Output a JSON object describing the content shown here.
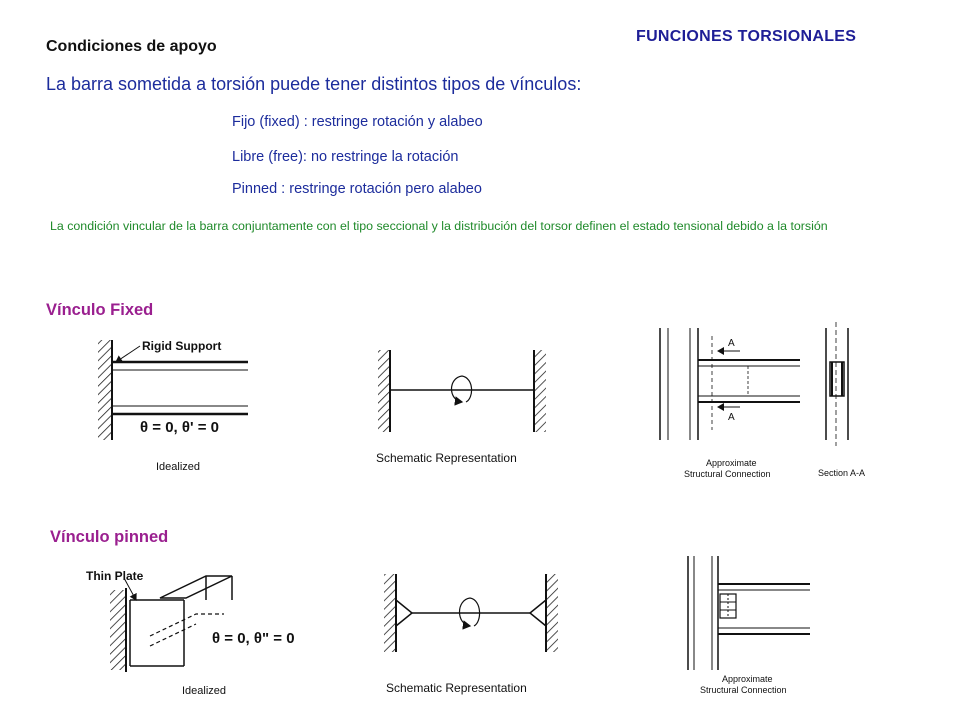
{
  "title": "FUNCIONES TORSIONALES",
  "heading": "Condiciones de apoyo",
  "intro": "La barra sometida a torsión puede tener distintos tipos de vínculos:",
  "items": [
    "Fijo (fixed) : restringe rotación y alabeo",
    "Libre (free): no restringe la rotación",
    "Pinned : restringe rotación pero alabeo"
  ],
  "note": "La condición vincular de la barra conjuntamente  con el tipo seccional y la distribución del torsor definen el estado tensional debido  a la torsión",
  "sections": {
    "fixed": {
      "label": "Vínculo Fixed",
      "idealized": {
        "support_label": "Rigid Support",
        "equation": "θ = 0, θ' = 0",
        "caption": "Idealized"
      },
      "schematic_caption": "Schematic Representation",
      "connection": {
        "caption_line1": "Approximate",
        "caption_line2": "Structural Connection",
        "section_label": "A",
        "section_caption": "Section A-A"
      }
    },
    "pinned": {
      "label": "Vínculo pinned",
      "idealized": {
        "support_label": "Thin Plate",
        "equation": "θ = 0, θ\" = 0",
        "caption": "Idealized"
      },
      "schematic_caption": "Schematic Representation",
      "connection": {
        "caption_line1": "Approximate",
        "caption_line2": "Structural Connection"
      }
    }
  },
  "colors": {
    "title": "#1e1e96",
    "body_text": "#1c2c9c",
    "note": "#1f8a2a",
    "section": "#9a1f8f"
  }
}
